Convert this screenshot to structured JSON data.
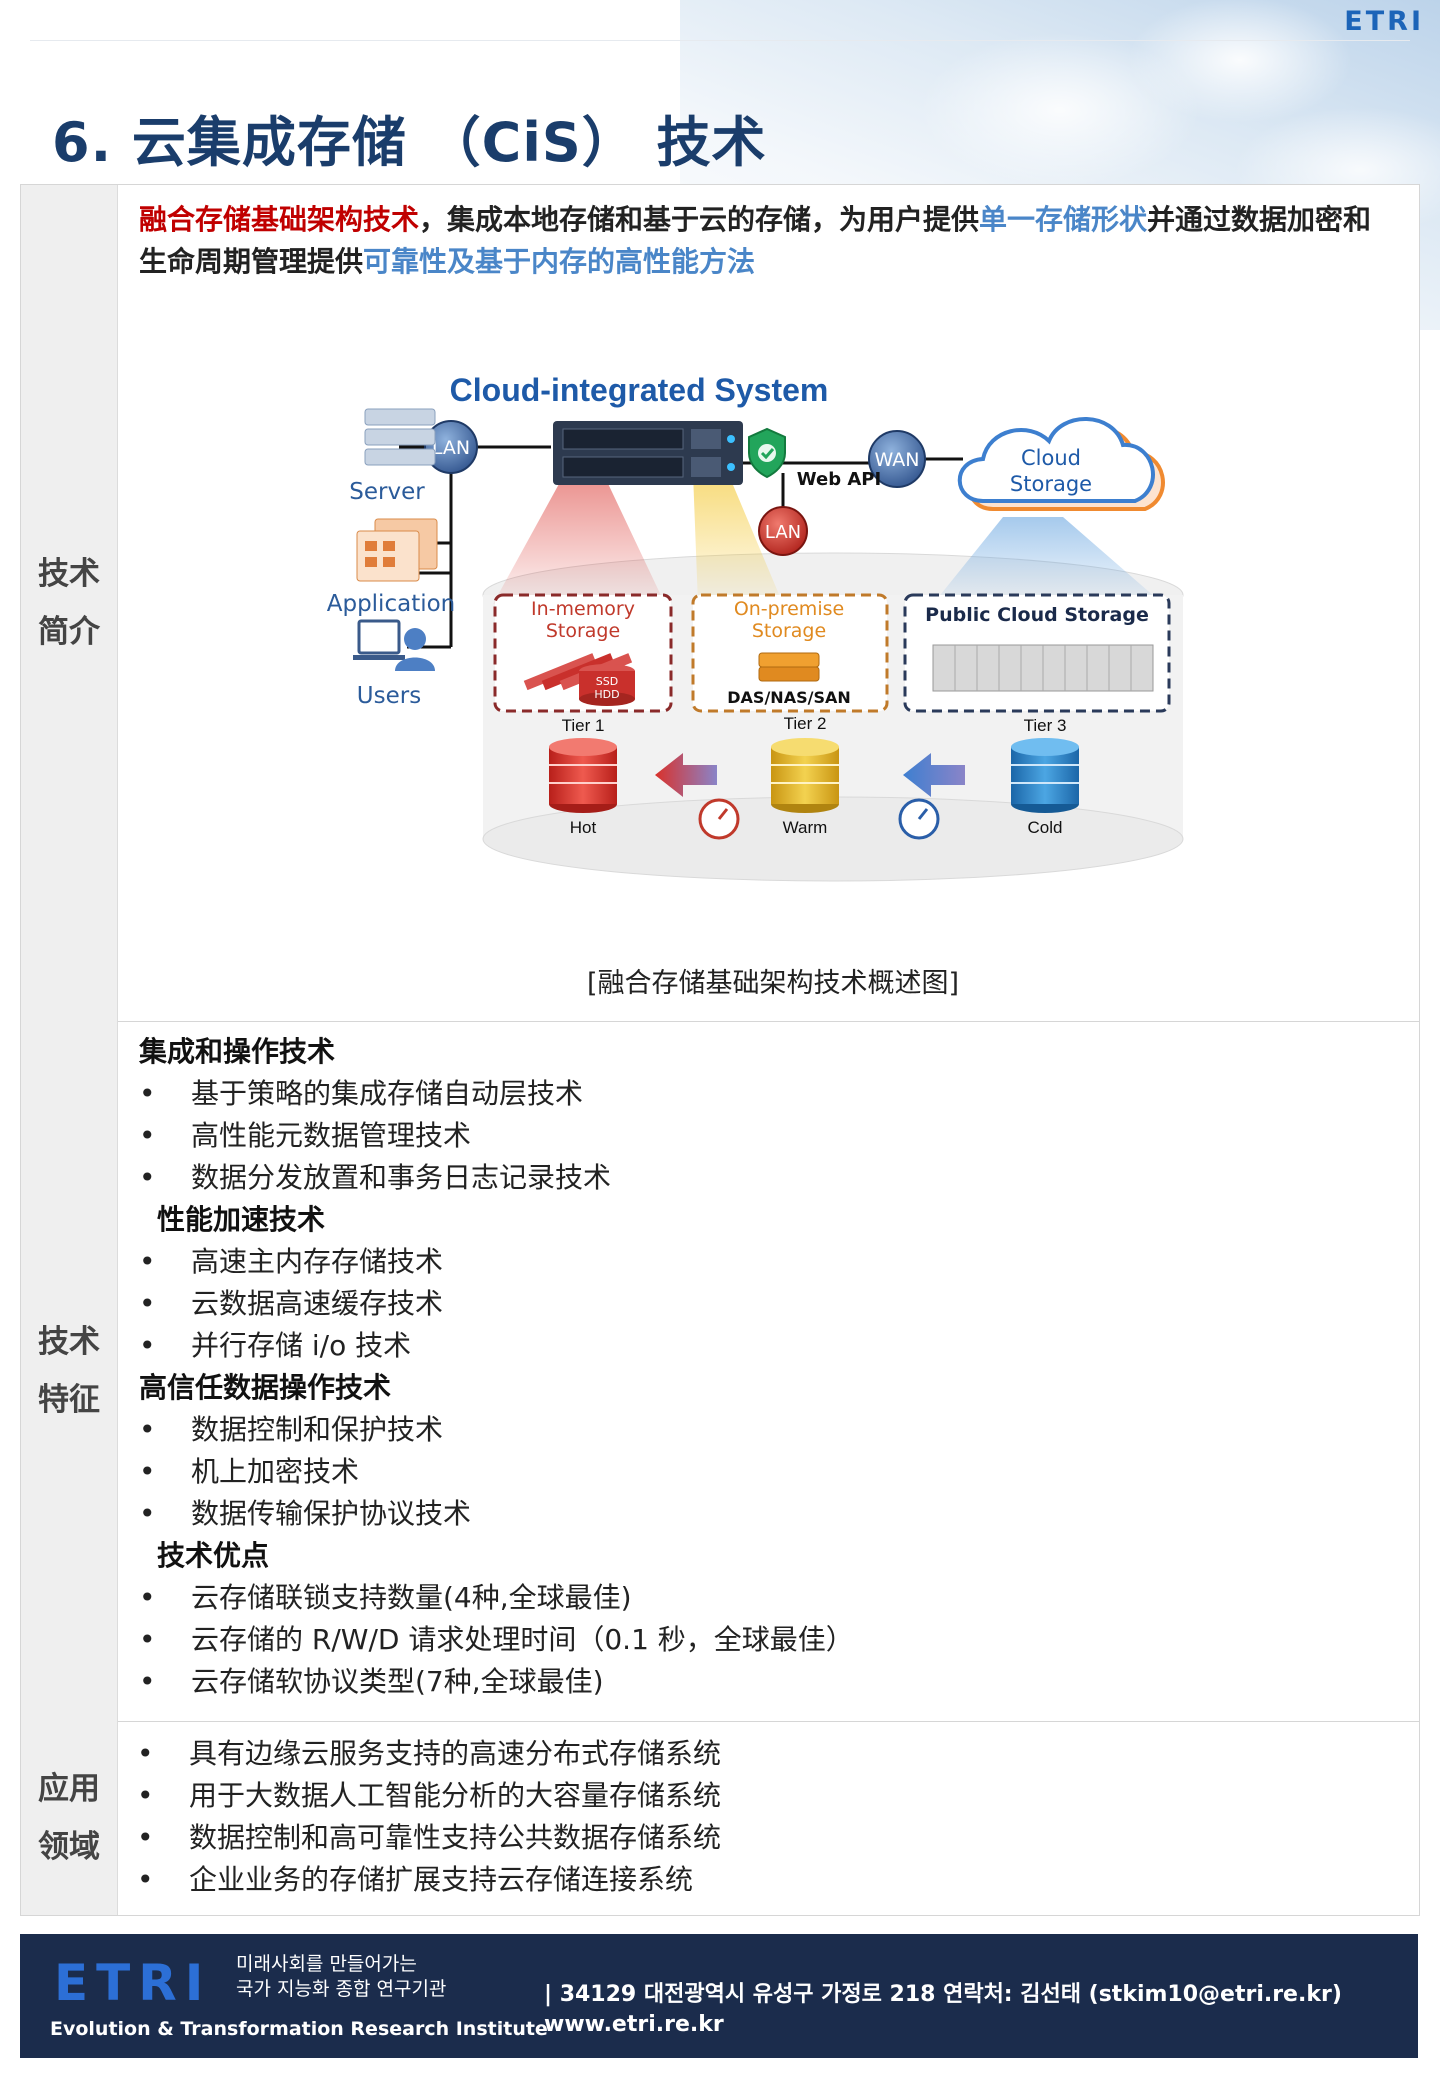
{
  "brand": {
    "logo_text": "ETRI"
  },
  "title": "6.  云集成存储 （CiS） 技术",
  "sections": {
    "intro": {
      "label_line1": "技术",
      "label_line2": "简介",
      "text_red": "融合存储基础架构技术",
      "text_1": "，集成本地存储和基于云的存储，为用户提供",
      "text_blue_1": "单一存储形状",
      "text_2": "并通过数据加密和生命周期管理提供",
      "text_blue_2": "可靠性及基于内存的高性能方法",
      "caption": "[融合存储基础架构技术概述图]"
    },
    "features": {
      "label_line1": "技术",
      "label_line2": "特征",
      "groups": [
        {
          "heading": "集成和操作技术",
          "items": [
            "基于策略的集成存储自动层技术",
            "高性能元数据管理技术",
            "数据分发放置和事务日志记录技术"
          ]
        },
        {
          "heading": "性能加速技术",
          "items": [
            "高速主内存存储技术",
            "云数据高速缓存技术",
            "并行存储 i/o 技术"
          ]
        },
        {
          "heading": "高信任数据操作技术",
          "items": [
            "数据控制和保护技术",
            "机上加密技术",
            "数据传输保护协议技术"
          ]
        },
        {
          "heading": "技术优点",
          "items": [
            "云存储联锁支持数量(4种,全球最佳)",
            "云存储的 R/W/D 请求处理时间（0.1 秒，全球最佳）",
            "云存储软协议类型(7种,全球最佳)"
          ]
        }
      ]
    },
    "applications": {
      "label_line1": "应用",
      "label_line2": "领域",
      "items": [
        "具有边缘云服务支持的高速分布式存储系统",
        "用于大数据人工智能分析的大容量存储系统",
        "数据控制和高可靠性支持公共数据存储系统",
        "企业业务的存储扩展支持云存储连接系统"
      ]
    }
  },
  "diagram": {
    "system_title": "Cloud-integrated System",
    "server": "Server",
    "application": "Application",
    "users": "Users",
    "lan": "LAN",
    "wan": "WAN",
    "web_api": "Web API",
    "cloud_line1": "Cloud",
    "cloud_line2": "Storage",
    "inmem_line1": "In-memory",
    "inmem_line2": "Storage",
    "ssd": "SSD",
    "hdd": "HDD",
    "onprem_line1": "On-premise",
    "onprem_line2": "Storage",
    "das": "DAS/NAS/SAN",
    "public_cloud": "Public Cloud Storage",
    "tier1": "Tier 1",
    "tier2": "Tier 2",
    "tier3": "Tier 3",
    "hot": "Hot",
    "warm": "Warm",
    "cold": "Cold",
    "colors": {
      "hot": "#d9312b",
      "warm": "#e8b820",
      "cold": "#2f86c9",
      "accent_blue": "#1e5aa8"
    }
  },
  "footer": {
    "logo": "ETRI",
    "ko_line1": "미래사회를 만들어가는",
    "ko_line2": "국가 지능화 종합 연구기관",
    "en": "Evolution & Transformation Research Institute",
    "address": "| 34129 대전광역시 유성구 가정로 218 연락처: 김선태 (stkim10@etri.re.kr)",
    "website": "www.etri.re.kr"
  }
}
